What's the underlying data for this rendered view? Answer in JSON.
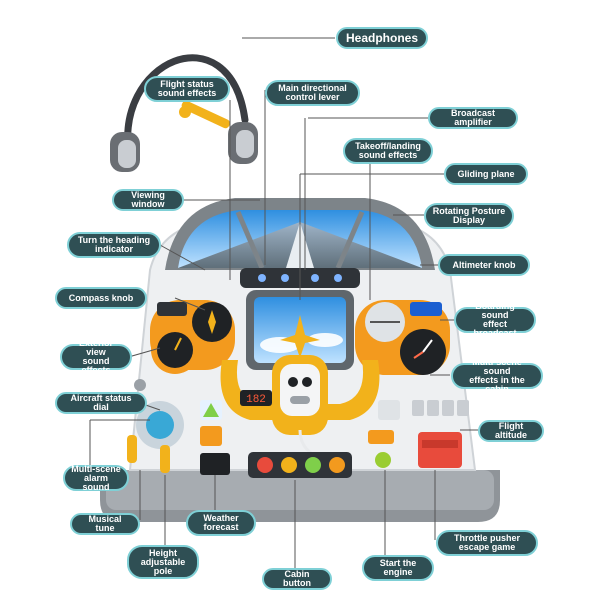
{
  "labels": {
    "headphones": "Headphones",
    "flight_status_sound_effects": "Flight status\nsound effects",
    "main_directional_control_lever": "Main directional\ncontrol lever",
    "broadcast_amplifier": "Broadcast amplifier",
    "takeoff_landing_sound_effects": "Takeoff/landing\nsound effects",
    "gliding_plane": "Gliding plane",
    "viewing_window": "Viewing window",
    "rotating_posture_display": "Rotating Posture\nDisplay",
    "turn_heading_indicator": "Turn the heading\nindicator",
    "altimeter_knob": "Altimeter knob",
    "compass_knob": "Compass knob",
    "boarding_sound_effect_broadcast": "Boarding sound\neffect broadcast",
    "exterior_view_sound_effects": "Exterior view\nsound effects",
    "multi_scene_sounds_cabin": "Multi-scene sound\neffects in the cabin",
    "aircraft_status_dial": "Aircraft status dial",
    "flight_altitude": "Flight altitude",
    "multi_scene_alarm_sound": "Multi-scene\nalarm sound",
    "musical_tune": "Musical tune",
    "weather_forecast": "Weather\nforecast",
    "height_adjustable_pole": "Height\nadjustable\npole",
    "throttle_pusher_escape_game": "Throttle pusher\nescape game",
    "start_the_engine": "Start the\nengine",
    "cabin_button": "Cabin button"
  },
  "toy": {
    "screen_digits": "182"
  },
  "colors": {
    "callout_fill": "#2f4f54",
    "callout_border": "#7fd0d6",
    "toy_yellow": "#f2b21b",
    "toy_orange": "#f39a1e",
    "toy_body": "#eef0f2",
    "toy_base": "#8f9499",
    "leader_line": "#555555"
  }
}
